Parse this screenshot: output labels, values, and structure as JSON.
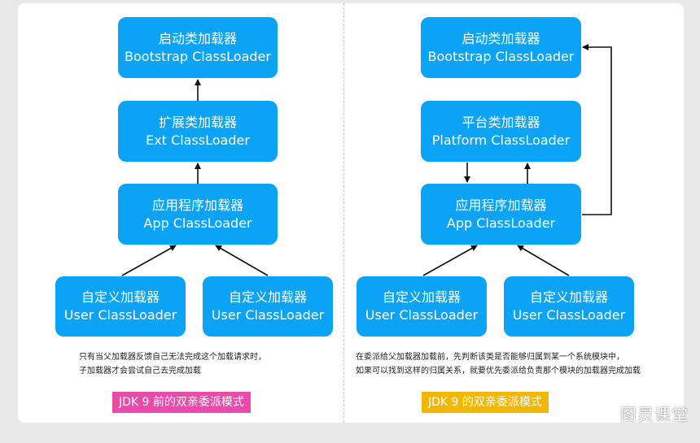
{
  "left": {
    "boxes": {
      "bootstrap": {
        "cn": "启动类加载器",
        "en": "Bootstrap ClassLoader"
      },
      "ext": {
        "cn": "扩展类加载器",
        "en": "Ext ClassLoader"
      },
      "app": {
        "cn": "应用程序加载器",
        "en": "App ClassLoader"
      },
      "user1": {
        "cn": "自定义加载器",
        "en": "User ClassLoader"
      },
      "user2": {
        "cn": "自定义加载器",
        "en": "User ClassLoader"
      }
    },
    "note": [
      "只有当父加载器反馈自己无法完成这个加载请求时，",
      "子加载器才会尝试自己去完成加载"
    ],
    "tag": "JDK 9 前的双亲委派模式"
  },
  "right": {
    "boxes": {
      "bootstrap": {
        "cn": "启动类加载器",
        "en": "Bootstrap ClassLoader"
      },
      "platform": {
        "cn": "平台类加载器",
        "en": "Platform ClassLoader"
      },
      "app": {
        "cn": "应用程序加载器",
        "en": "App ClassLoader"
      },
      "user1": {
        "cn": "自定义加载器",
        "en": "User ClassLoader"
      },
      "user2": {
        "cn": "自定义加载器",
        "en": "User ClassLoader"
      }
    },
    "note": [
      "在委派给父加载器加载前，先判断该类是否能够归属到某一个系统模块中，",
      "如果可以找到这样的归属关系，就要优先委派给负责那个模块的加载器完成加载"
    ],
    "tag": "JDK 9 的双亲委派模式"
  },
  "watermark": "图灵课堂",
  "colors": {
    "box": "#0aa3f5",
    "tag_left": "#ea4aa9",
    "tag_right": "#f2b705",
    "arrow": "#111111"
  }
}
